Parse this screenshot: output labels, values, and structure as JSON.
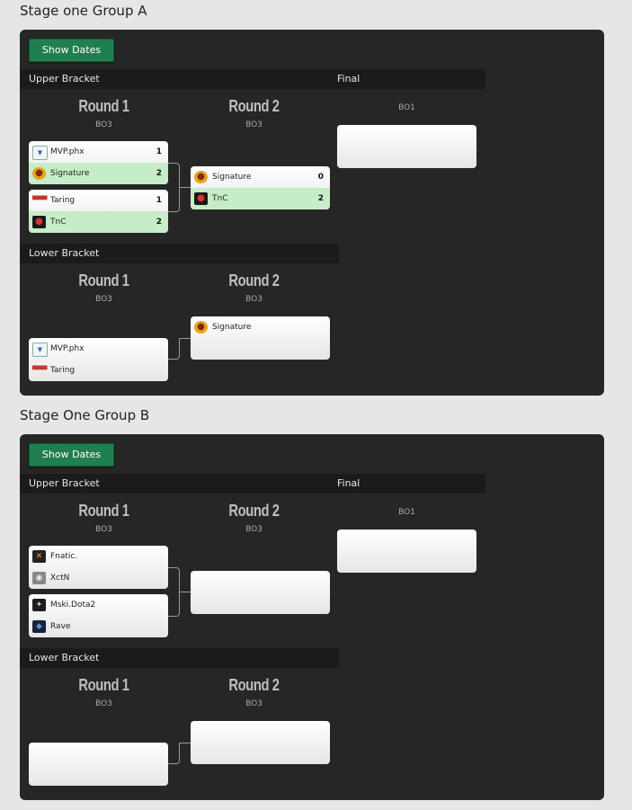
{
  "groups": [
    {
      "title": "Stage one Group A",
      "show_dates_label": "Show Dates",
      "upper_label": "Upper Bracket",
      "lower_label": "Lower Bracket",
      "final_label": "Final",
      "final_bo": "BO1",
      "round1_label": "Round 1",
      "round2_label": "Round 2",
      "bo3": "BO3",
      "upper_r1": [
        {
          "t1": {
            "name": "MVP.phx",
            "score": "1",
            "icon": "mvp-logo"
          },
          "t2": {
            "name": "Signature",
            "score": "2",
            "icon": "signature-logo"
          }
        },
        {
          "t1": {
            "name": "Taring",
            "score": "1",
            "icon": "taring-logo"
          },
          "t2": {
            "name": "TnC",
            "score": "2",
            "icon": "tnc-logo"
          }
        }
      ],
      "upper_r2": {
        "t1": {
          "name": "Signature",
          "score": "0",
          "icon": "signature-logo"
        },
        "t2": {
          "name": "TnC",
          "score": "2",
          "icon": "tnc-logo"
        }
      },
      "lower_r1": {
        "t1": {
          "name": "MVP.phx",
          "icon": "mvp-logo"
        },
        "t2": {
          "name": "Taring",
          "icon": "taring-logo"
        }
      },
      "lower_r2": {
        "t1": {
          "name": "Signature",
          "icon": "signature-logo"
        }
      }
    },
    {
      "title": "Stage One Group B",
      "show_dates_label": "Show Dates",
      "upper_label": "Upper Bracket",
      "lower_label": "Lower Bracket",
      "final_label": "Final",
      "final_bo": "BO1",
      "round1_label": "Round 1",
      "round2_label": "Round 2",
      "bo3": "BO3",
      "upper_r1": [
        {
          "t1": {
            "name": "Fnatic.",
            "icon": "fnatic-logo"
          },
          "t2": {
            "name": "XctN",
            "icon": "xctn-logo"
          }
        },
        {
          "t1": {
            "name": "Mski.Dota2",
            "icon": "mski-logo"
          },
          "t2": {
            "name": "Rave",
            "icon": "rave-logo"
          }
        }
      ]
    }
  ],
  "colors": {
    "win": "#c7ecc8",
    "button": "#1f7f4f",
    "panel": "#262626"
  }
}
